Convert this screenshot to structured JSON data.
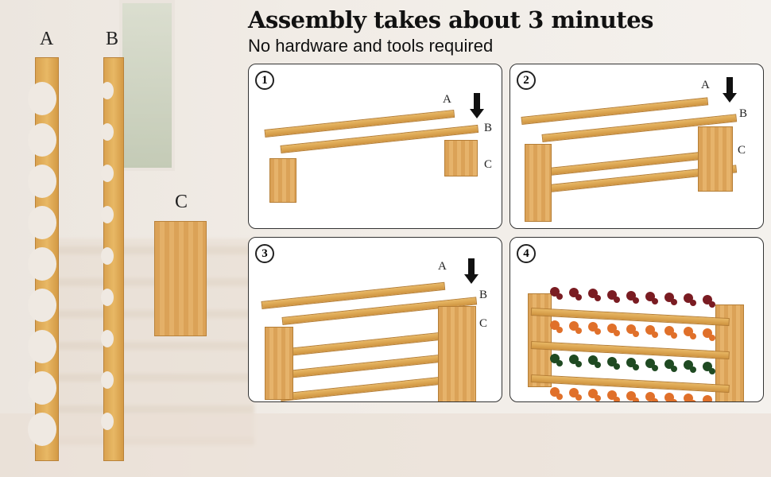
{
  "title": "Assembly takes about 3 minutes",
  "subtitle": "No hardware and tools required",
  "parts": {
    "a": "A",
    "b": "B",
    "c": "C"
  },
  "steps": [
    {
      "number": "1",
      "labels": [
        "A",
        "B",
        "C"
      ]
    },
    {
      "number": "2",
      "labels": [
        "A",
        "B",
        "C"
      ]
    },
    {
      "number": "3",
      "labels": [
        "A",
        "B",
        "C"
      ]
    },
    {
      "number": "4",
      "labels": []
    }
  ],
  "colors": {
    "wood": "#e0ab5c",
    "bottle_red": "#7a1c22",
    "bottle_orange": "#e0702a",
    "bottle_green": "#1f4a22"
  }
}
